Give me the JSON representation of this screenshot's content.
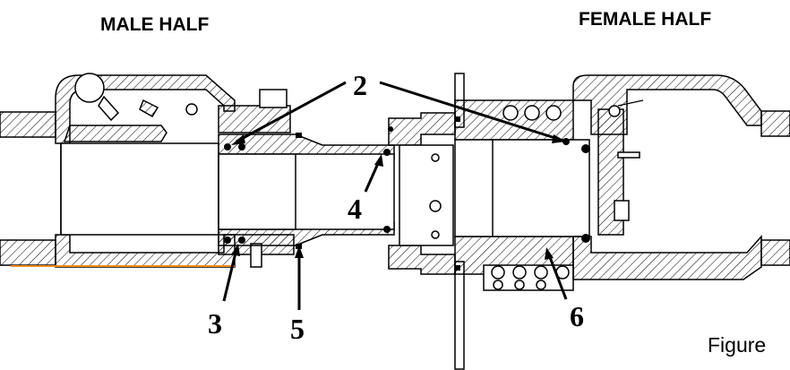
{
  "headings": {
    "male": "MALE HALF",
    "female": "FEMALE HALF"
  },
  "callouts": [
    "2",
    "3",
    "4",
    "5",
    "6"
  ],
  "caption": "Figure",
  "colors": {
    "line": "#000000",
    "hatch": "#000000",
    "accent_line": "#f08c1e",
    "background": "#ffffff"
  }
}
